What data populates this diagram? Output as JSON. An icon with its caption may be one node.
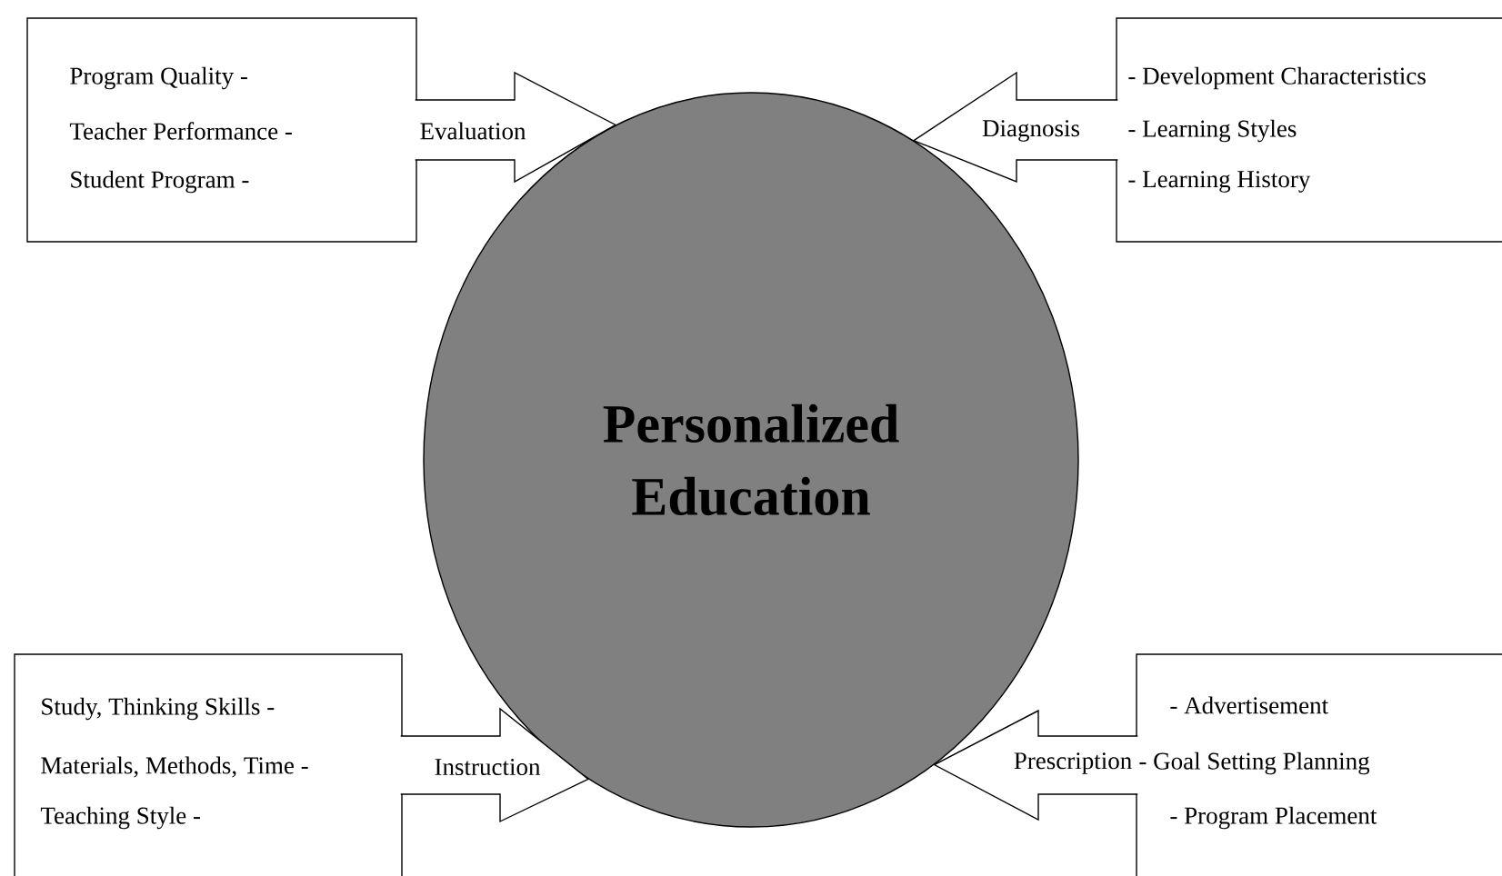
{
  "diagram": {
    "nodes": [
      {
        "text": [
          "Program Quality -",
          "Teacher Performance -",
          "Student Program -"
        ]
      },
      {
        "text": [
          "- Development Characteristics",
          "- Learning Styles",
          "- Learning History"
        ]
      },
      {
        "text": [
          "Personalized Education"
        ]
      },
      {
        "text": [
          "Study, Thinking Skills -",
          "Materials, Methods, Time -",
          "Teaching Style -"
        ]
      },
      {
        "text": [
          "- Advertisement",
          "- Goal Setting Planning",
          "- Program Placement"
        ]
      }
    ],
    "edges": [
      {
        "from": 0,
        "to": 2,
        "arrow": "to",
        "label": "Evaluation"
      },
      {
        "from": 1,
        "to": 2,
        "arrow": "to",
        "label": "Diagnosis"
      },
      {
        "from": 3,
        "to": 2,
        "arrow": "to",
        "label": "Instruction"
      },
      {
        "from": 4,
        "to": 2,
        "arrow": "to",
        "label": "Prescription"
      }
    ]
  }
}
